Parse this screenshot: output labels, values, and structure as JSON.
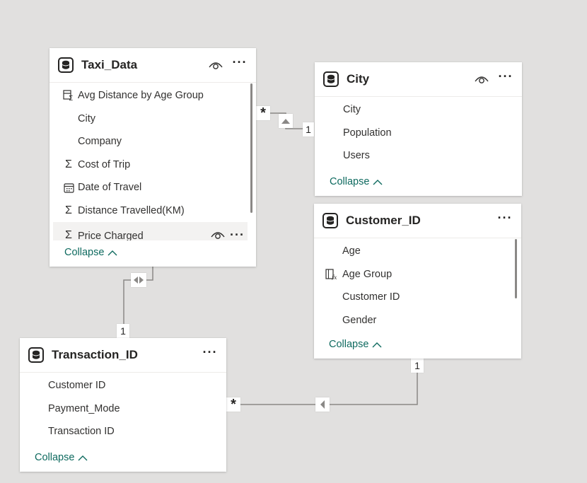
{
  "tables": {
    "taxi": {
      "title": "Taxi_Data",
      "fields": [
        "Avg Distance by Age Group",
        "City",
        "Company",
        "Cost of Trip",
        "Date of Travel",
        "Distance Travelled(KM)",
        "Price Charged"
      ],
      "field_icons": [
        "measure-table-icon",
        "",
        "",
        "sigma-icon",
        "calendar-icon",
        "sigma-icon",
        "sigma-icon"
      ],
      "collapse": "Collapse"
    },
    "city": {
      "title": "City",
      "fields": [
        "City",
        "Population",
        "Users"
      ],
      "collapse": "Collapse"
    },
    "customer": {
      "title": "Customer_ID",
      "fields": [
        "Age",
        "Age Group",
        "Customer ID",
        "Gender"
      ],
      "field_icons": [
        "",
        "calculated-column-icon",
        "",
        ""
      ],
      "collapse": "Collapse"
    },
    "transaction": {
      "title": "Transaction_ID",
      "fields": [
        "Customer ID",
        "Payment_Mode",
        "Transaction ID"
      ],
      "collapse": "Collapse"
    }
  },
  "relationships": {
    "taxi_city": {
      "from_cardinality": "*",
      "to_cardinality": "1",
      "filter_direction": "single"
    },
    "taxi_transaction": {
      "from_cardinality": "1",
      "filter_direction": "both"
    },
    "customer_transaction": {
      "from_cardinality": "1",
      "to_cardinality": "*",
      "filter_direction": "single"
    }
  },
  "colors": {
    "canvas": "#e1e0df",
    "collapse_link": "#0e6a5f",
    "relationship_line": "#8a8886"
  }
}
